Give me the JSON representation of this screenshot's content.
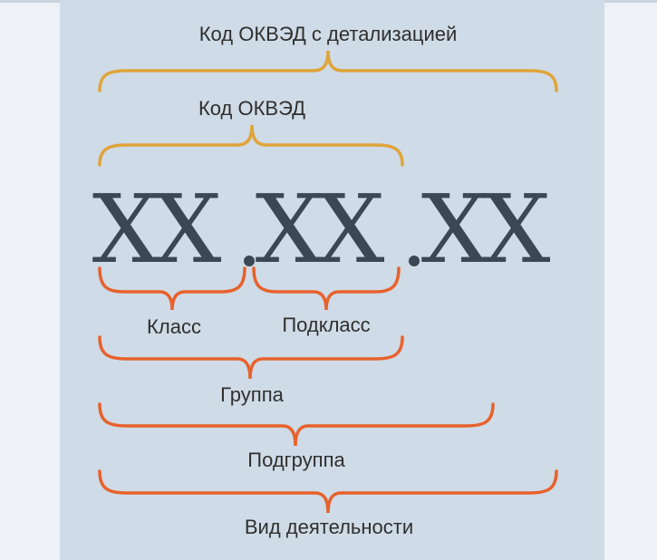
{
  "labels": {
    "full_code": "Код ОКВЭД с детализацией",
    "okved_code": "Код ОКВЭД",
    "class": "Класс",
    "subclass": "Подкласс",
    "group": "Группа",
    "subgroup": "Подгруппа",
    "activity": "Вид деятельности"
  },
  "code": {
    "part1": "XX",
    "part2": "XX",
    "part3": "XX"
  },
  "colors": {
    "gold_brace": "#e0a43a",
    "orange_brace": "#e8612c",
    "code_text": "#3b4752",
    "panel": "#cfdbe6"
  }
}
